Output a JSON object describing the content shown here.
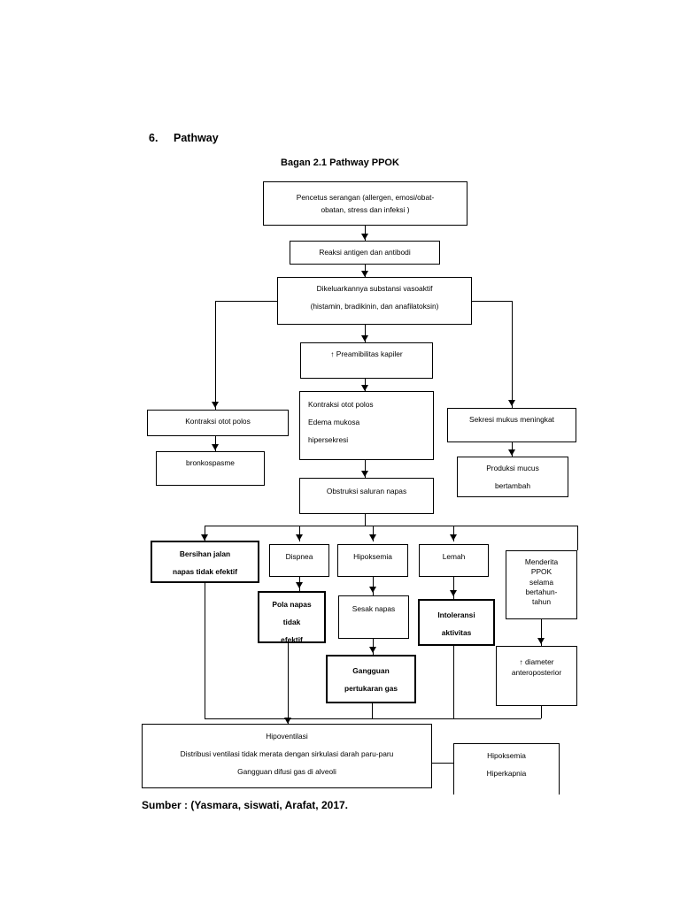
{
  "document": {
    "section_number": "6.",
    "section_title": "Pathway",
    "chart_title": "Bagan 2.1 Pathway PPOK",
    "source": "Sumber : (Yasmara, siswati, Arafat, 2017."
  },
  "diagram": {
    "type": "flowchart",
    "nodes": [
      {
        "id": "pencetus",
        "lines": [
          "Pencetus serangan (allergen, emosi/obat-",
          "obatan, stress dan infeksi )"
        ],
        "emphasis": "normal"
      },
      {
        "id": "reaksi",
        "lines": [
          "Reaksi antigen dan antibodi"
        ],
        "emphasis": "normal"
      },
      {
        "id": "substansi",
        "lines": [
          "Dikeluarkannya substansi vasoaktif",
          "(histamin, bradikinin, dan anafilatoksin)"
        ],
        "emphasis": "normal"
      },
      {
        "id": "preamibilitas",
        "lines": [
          "↑ Preamibilitas kapiler"
        ],
        "emphasis": "normal"
      },
      {
        "id": "kontraksi-left",
        "lines": [
          "Kontraksi otot polos"
        ],
        "emphasis": "normal"
      },
      {
        "id": "bronkospasme",
        "lines": [
          "bronkospasme"
        ],
        "emphasis": "normal"
      },
      {
        "id": "kontraksi-center",
        "lines": [
          "Kontraksi otot polos",
          "Edema mukosa",
          "hipersekresi"
        ],
        "emphasis": "normal"
      },
      {
        "id": "sekresi",
        "lines": [
          "Sekresi mukus meningkat"
        ],
        "emphasis": "normal"
      },
      {
        "id": "produksi",
        "lines": [
          "Produksi mucus",
          "bertambah"
        ],
        "emphasis": "normal"
      },
      {
        "id": "obstruksi",
        "lines": [
          "Obstruksi saluran napas"
        ],
        "emphasis": "normal"
      },
      {
        "id": "bersihan",
        "lines": [
          "Bersihan jalan",
          "napas tidak efektif"
        ],
        "emphasis": "bold"
      },
      {
        "id": "dispnea",
        "lines": [
          "Dispnea"
        ],
        "emphasis": "normal"
      },
      {
        "id": "hipoksemia",
        "lines": [
          "Hipoksemia"
        ],
        "emphasis": "normal"
      },
      {
        "id": "lemah",
        "lines": [
          "Lemah"
        ],
        "emphasis": "normal"
      },
      {
        "id": "menderita",
        "lines": [
          "Menderita",
          "PPOK",
          "selama",
          "bertahun-",
          "tahun"
        ],
        "emphasis": "normal"
      },
      {
        "id": "pola-napas",
        "lines": [
          "Pola napas",
          "tidak",
          "efektif"
        ],
        "emphasis": "bold"
      },
      {
        "id": "sesak",
        "lines": [
          "Sesak napas"
        ],
        "emphasis": "normal"
      },
      {
        "id": "intoleransi",
        "lines": [
          "Intoleransi",
          "aktivitas"
        ],
        "emphasis": "bold"
      },
      {
        "id": "gangguan-gas",
        "lines": [
          "Gangguan",
          "pertukaran gas"
        ],
        "emphasis": "bold"
      },
      {
        "id": "diameter",
        "lines": [
          "↑ diameter",
          "anteroposterior"
        ],
        "emphasis": "normal"
      },
      {
        "id": "hipoventilasi",
        "lines": [
          "Hipoventilasi",
          "Distribusi ventilasi tidak merata dengan sirkulasi darah paru-paru",
          "Gangguan difusi gas di alveoli"
        ],
        "emphasis": "normal"
      },
      {
        "id": "hipoksemia-hiperkapnia",
        "lines": [
          "Hipoksemia",
          "Hiperkapnia"
        ],
        "emphasis": "normal"
      }
    ]
  },
  "nodes": {
    "pencetus": {
      "l1": "Pencetus serangan (allergen, emosi/obat-",
      "l2": "obatan, stress dan infeksi )"
    },
    "reaksi": {
      "l1": "Reaksi antigen dan antibodi"
    },
    "substansi": {
      "l1": "Dikeluarkannya substansi vasoaktif",
      "l2": "(histamin, bradikinin, dan anafilatoksin)"
    },
    "preamibilitas": {
      "l1": "↑ Preamibilitas kapiler"
    },
    "kontraksi_left": {
      "l1": "Kontraksi otot polos"
    },
    "bronkospasme": {
      "l1": "bronkospasme"
    },
    "kontraksi_center": {
      "l1": "Kontraksi otot polos",
      "l2": "Edema mukosa",
      "l3": "hipersekresi"
    },
    "sekresi": {
      "l1": "Sekresi mukus meningkat"
    },
    "produksi": {
      "l1": "Produksi mucus",
      "l2": "bertambah"
    },
    "obstruksi": {
      "l1": "Obstruksi saluran napas"
    },
    "bersihan": {
      "l1": "Bersihan jalan",
      "l2": "napas tidak efektif"
    },
    "dispnea": {
      "l1": "Dispnea"
    },
    "hipoksemia": {
      "l1": "Hipoksemia"
    },
    "lemah": {
      "l1": "Lemah"
    },
    "menderita": {
      "l1": "Menderita",
      "l2": "PPOK",
      "l3": "selama",
      "l4": "bertahun-",
      "l5": "tahun"
    },
    "pola_napas": {
      "l1": "Pola napas",
      "l2": "tidak",
      "l3": "efektif"
    },
    "sesak": {
      "l1": "Sesak napas"
    },
    "intoleransi": {
      "l1": "Intoleransi",
      "l2": "aktivitas"
    },
    "gangguan_gas": {
      "l1": "Gangguan",
      "l2": "pertukaran gas"
    },
    "diameter": {
      "l1": "↑ diameter",
      "l2": "anteroposterior"
    },
    "hipoventilasi": {
      "l1": "Hipoventilasi",
      "l2": "Distribusi ventilasi tidak merata dengan sirkulasi darah paru-paru",
      "l3": "Gangguan difusi gas di alveoli"
    },
    "hipoksemia_hiperkapnia": {
      "l1": "Hipoksemia",
      "l2": "Hiperkapnia"
    }
  },
  "colors": {
    "page_background": "#ffffff",
    "line": "#000000",
    "text": "#000000"
  }
}
